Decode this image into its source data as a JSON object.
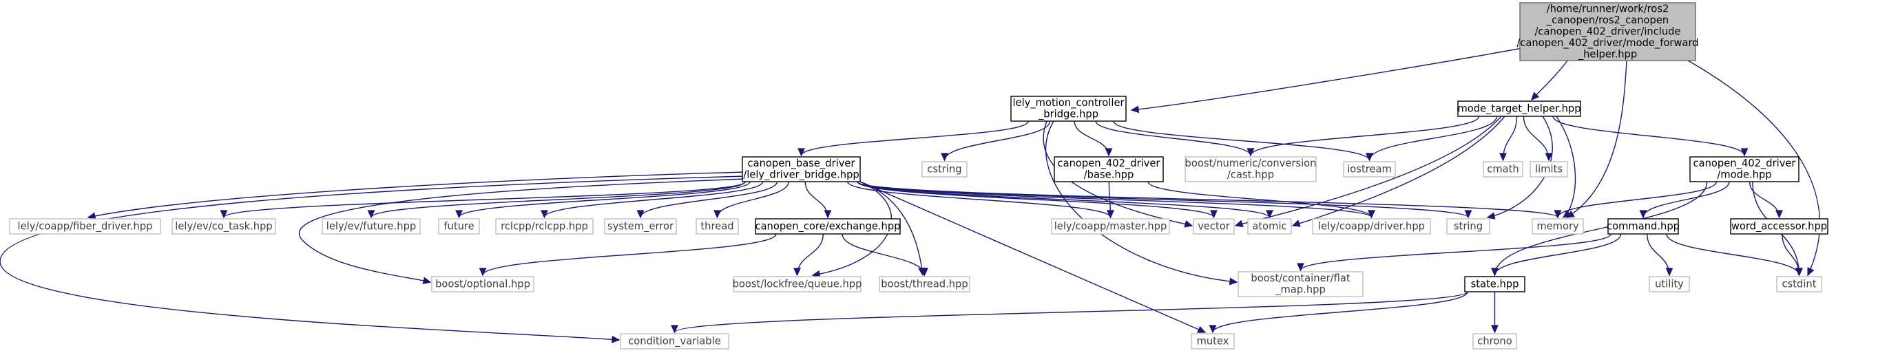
{
  "colors": {
    "edge": "#191970",
    "root_fill": "#bfbfbf",
    "root_border": "#666666",
    "documented_border": "#000000",
    "external_border": "#bfbfbf",
    "external_text": "#404040"
  },
  "nodes": [
    {
      "id": "root",
      "kind": "root",
      "lines": [
        "/home/runner/work/ros2",
        "_canopen/ros2_canopen",
        "/canopen_402_driver/include",
        "/canopen_402_driver/mode_forward",
        "_helper.hpp"
      ]
    },
    {
      "id": "lmcb",
      "kind": "doc",
      "lines": [
        "lely_motion_controller",
        "_bridge.hpp"
      ]
    },
    {
      "id": "mth",
      "kind": "doc",
      "lines": [
        "mode_target_helper.hpp"
      ]
    },
    {
      "id": "cbd",
      "kind": "doc",
      "lines": [
        "canopen_base_driver",
        "/lely_driver_bridge.hpp"
      ]
    },
    {
      "id": "cstring",
      "kind": "ext",
      "lines": [
        "cstring"
      ]
    },
    {
      "id": "c402base",
      "kind": "doc",
      "lines": [
        "canopen_402_driver",
        "/base.hpp"
      ]
    },
    {
      "id": "bnc",
      "kind": "ext",
      "lines": [
        "boost/numeric/conversion",
        "/cast.hpp"
      ]
    },
    {
      "id": "iostream",
      "kind": "ext",
      "lines": [
        "iostream"
      ]
    },
    {
      "id": "cmath",
      "kind": "ext",
      "lines": [
        "cmath"
      ]
    },
    {
      "id": "limits",
      "kind": "ext",
      "lines": [
        "limits"
      ]
    },
    {
      "id": "c402mode",
      "kind": "doc",
      "lines": [
        "canopen_402_driver",
        "/mode.hpp"
      ]
    },
    {
      "id": "fiber",
      "kind": "ext",
      "lines": [
        "lely/coapp/fiber_driver.hpp"
      ]
    },
    {
      "id": "cotask",
      "kind": "ext",
      "lines": [
        "lely/ev/co_task.hpp"
      ]
    },
    {
      "id": "evfuture",
      "kind": "ext",
      "lines": [
        "lely/ev/future.hpp"
      ]
    },
    {
      "id": "future",
      "kind": "ext",
      "lines": [
        "future"
      ]
    },
    {
      "id": "rclcpp",
      "kind": "ext",
      "lines": [
        "rclcpp/rclcpp.hpp"
      ]
    },
    {
      "id": "syserr",
      "kind": "ext",
      "lines": [
        "system_error"
      ]
    },
    {
      "id": "thread",
      "kind": "ext",
      "lines": [
        "thread"
      ]
    },
    {
      "id": "exchange",
      "kind": "doc",
      "lines": [
        "canopen_core/exchange.hpp"
      ]
    },
    {
      "id": "master",
      "kind": "ext",
      "lines": [
        "lely/coapp/master.hpp"
      ]
    },
    {
      "id": "vector",
      "kind": "ext",
      "lines": [
        "vector"
      ]
    },
    {
      "id": "atomic",
      "kind": "ext",
      "lines": [
        "atomic"
      ]
    },
    {
      "id": "coappdriver",
      "kind": "ext",
      "lines": [
        "lely/coapp/driver.hpp"
      ]
    },
    {
      "id": "string",
      "kind": "ext",
      "lines": [
        "string"
      ]
    },
    {
      "id": "memory",
      "kind": "ext",
      "lines": [
        "memory"
      ]
    },
    {
      "id": "command",
      "kind": "doc",
      "lines": [
        "command.hpp"
      ]
    },
    {
      "id": "wordacc",
      "kind": "doc",
      "lines": [
        "word_accessor.hpp"
      ]
    },
    {
      "id": "optional",
      "kind": "ext",
      "lines": [
        "boost/optional.hpp"
      ]
    },
    {
      "id": "lockfree",
      "kind": "ext",
      "lines": [
        "boost/lockfree/queue.hpp"
      ]
    },
    {
      "id": "bthread",
      "kind": "ext",
      "lines": [
        "boost/thread.hpp"
      ]
    },
    {
      "id": "flatmap",
      "kind": "ext",
      "lines": [
        "boost/container/flat",
        "_map.hpp"
      ]
    },
    {
      "id": "state",
      "kind": "doc",
      "lines": [
        "state.hpp"
      ]
    },
    {
      "id": "utility",
      "kind": "ext",
      "lines": [
        "utility"
      ]
    },
    {
      "id": "cstdint",
      "kind": "ext",
      "lines": [
        "cstdint"
      ]
    },
    {
      "id": "condvar",
      "kind": "ext",
      "lines": [
        "condition_variable"
      ]
    },
    {
      "id": "mutex",
      "kind": "ext",
      "lines": [
        "mutex"
      ]
    },
    {
      "id": "chrono",
      "kind": "ext",
      "lines": [
        "chrono"
      ]
    }
  ],
  "edges": [
    [
      "root",
      "lmcb"
    ],
    [
      "root",
      "mth"
    ],
    [
      "root",
      "memory"
    ],
    [
      "root",
      "cstdint"
    ],
    [
      "lmcb",
      "cbd"
    ],
    [
      "lmcb",
      "cstring"
    ],
    [
      "lmcb",
      "c402base"
    ],
    [
      "lmcb",
      "bnc"
    ],
    [
      "lmcb",
      "iostream"
    ],
    [
      "lmcb",
      "vector"
    ],
    [
      "lmcb",
      "flatmap"
    ],
    [
      "mth",
      "bnc"
    ],
    [
      "mth",
      "iostream"
    ],
    [
      "mth",
      "cmath"
    ],
    [
      "mth",
      "limits"
    ],
    [
      "mth",
      "c402mode"
    ],
    [
      "mth",
      "memory"
    ],
    [
      "mth",
      "string"
    ],
    [
      "mth",
      "vector"
    ],
    [
      "mth",
      "atomic"
    ],
    [
      "cbd",
      "fiber"
    ],
    [
      "cbd",
      "cotask"
    ],
    [
      "cbd",
      "evfuture"
    ],
    [
      "cbd",
      "future"
    ],
    [
      "cbd",
      "rclcpp"
    ],
    [
      "cbd",
      "syserr"
    ],
    [
      "cbd",
      "thread"
    ],
    [
      "cbd",
      "exchange"
    ],
    [
      "cbd",
      "master"
    ],
    [
      "cbd",
      "vector"
    ],
    [
      "cbd",
      "atomic"
    ],
    [
      "cbd",
      "memory"
    ],
    [
      "cbd",
      "optional"
    ],
    [
      "cbd",
      "lockfree"
    ],
    [
      "cbd",
      "bthread"
    ],
    [
      "cbd",
      "condvar"
    ],
    [
      "cbd",
      "mutex"
    ],
    [
      "cbd",
      "coappdriver"
    ],
    [
      "cbd",
      "string"
    ],
    [
      "c402base",
      "master"
    ],
    [
      "c402base",
      "coappdriver"
    ],
    [
      "exchange",
      "optional"
    ],
    [
      "exchange",
      "lockfree"
    ],
    [
      "exchange",
      "bthread"
    ],
    [
      "c402mode",
      "memory"
    ],
    [
      "c402mode",
      "command"
    ],
    [
      "c402mode",
      "wordacc"
    ],
    [
      "c402mode",
      "cstdint"
    ],
    [
      "c402mode",
      "state"
    ],
    [
      "command",
      "flatmap"
    ],
    [
      "command",
      "state"
    ],
    [
      "command",
      "utility"
    ],
    [
      "command",
      "cstdint"
    ],
    [
      "wordacc",
      "cstdint"
    ],
    [
      "state",
      "condvar"
    ],
    [
      "state",
      "mutex"
    ],
    [
      "state",
      "chrono"
    ]
  ]
}
